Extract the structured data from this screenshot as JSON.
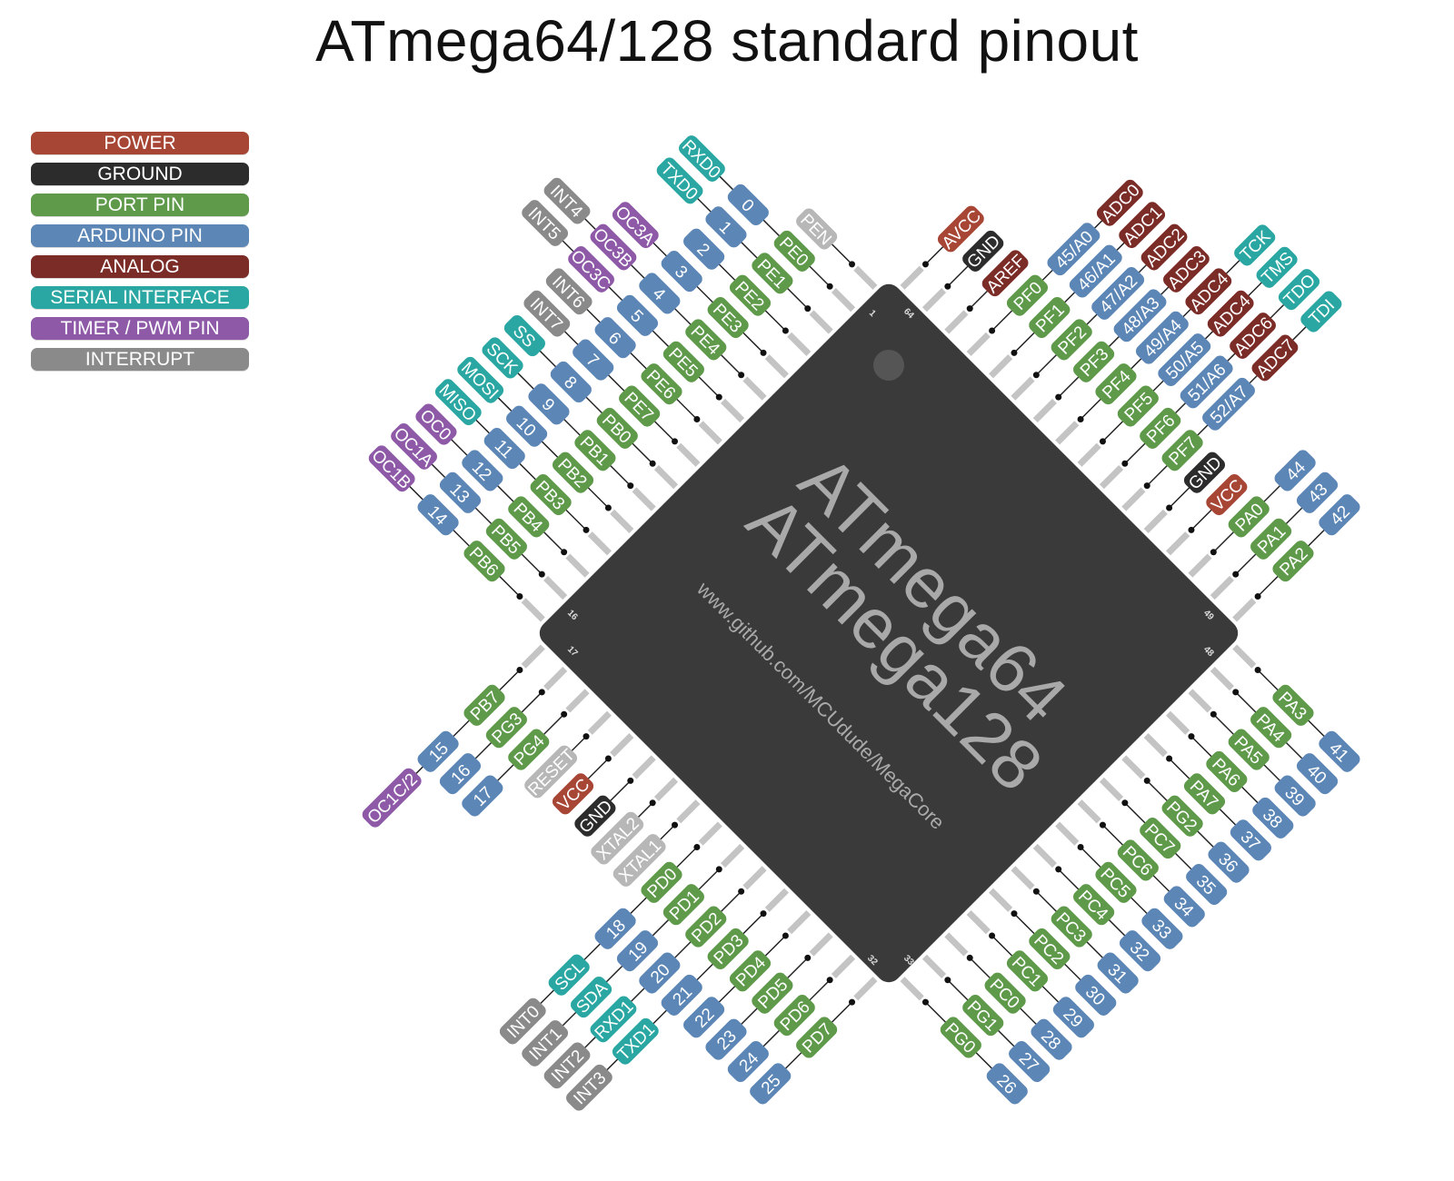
{
  "title": "ATmega64/128 standard pinout",
  "legend": [
    {
      "label": "POWER",
      "type": "power"
    },
    {
      "label": "GROUND",
      "type": "ground"
    },
    {
      "label": "PORT PIN",
      "type": "port"
    },
    {
      "label": "ARDUINO PIN",
      "type": "arduino"
    },
    {
      "label": "ANALOG",
      "type": "analog"
    },
    {
      "label": "SERIAL INTERFACE",
      "type": "serial"
    },
    {
      "label": "TIMER / PWM PIN",
      "type": "timer"
    },
    {
      "label": "INTERRUPT",
      "type": "interrupt"
    }
  ],
  "colors": {
    "power": "#a84636",
    "ground": "#2c2c2c",
    "port": "#5e9a4a",
    "arduino": "#5b86b6",
    "analog": "#7b2c27",
    "serial": "#2aa7a2",
    "timer": "#8e5aa8",
    "interrupt": "#8a8a8a",
    "special": "#b7b7b7",
    "chip": "#3a3a3a",
    "chip_text": "#a9a9a9"
  },
  "chip": {
    "line1": "ATmega64",
    "line2": "ATmega128",
    "url": "www.github.com/MCUdude/MegaCore",
    "corner_pins": [
      "1",
      "64",
      "16",
      "49",
      "17",
      "48",
      "32",
      "33"
    ]
  },
  "pins": [
    {
      "pin": 1,
      "labels": [
        {
          "t": "PEN",
          "c": "special"
        }
      ]
    },
    {
      "pin": 2,
      "labels": [
        {
          "t": "PE0",
          "c": "port"
        },
        {
          "t": "0",
          "c": "arduino"
        },
        {
          "t": "RXD0",
          "c": "serial"
        }
      ]
    },
    {
      "pin": 3,
      "labels": [
        {
          "t": "PE1",
          "c": "port"
        },
        {
          "t": "1",
          "c": "arduino"
        },
        {
          "t": "TXD0",
          "c": "serial"
        }
      ]
    },
    {
      "pin": 4,
      "labels": [
        {
          "t": "PE2",
          "c": "port"
        },
        {
          "t": "2",
          "c": "arduino"
        }
      ]
    },
    {
      "pin": 5,
      "labels": [
        {
          "t": "PE3",
          "c": "port"
        },
        {
          "t": "3",
          "c": "arduino"
        },
        {
          "t": "OC3A",
          "c": "timer"
        }
      ]
    },
    {
      "pin": 6,
      "labels": [
        {
          "t": "PE4",
          "c": "port"
        },
        {
          "t": "4",
          "c": "arduino"
        },
        {
          "t": "OC3B",
          "c": "timer"
        },
        {
          "t": "INT4",
          "c": "interrupt"
        }
      ]
    },
    {
      "pin": 7,
      "labels": [
        {
          "t": "PE5",
          "c": "port"
        },
        {
          "t": "5",
          "c": "arduino"
        },
        {
          "t": "OC3C",
          "c": "timer"
        },
        {
          "t": "INT5",
          "c": "interrupt"
        }
      ]
    },
    {
      "pin": 8,
      "labels": [
        {
          "t": "PE6",
          "c": "port"
        },
        {
          "t": "6",
          "c": "arduino"
        },
        {
          "t": "INT6",
          "c": "interrupt"
        }
      ]
    },
    {
      "pin": 9,
      "labels": [
        {
          "t": "PE7",
          "c": "port"
        },
        {
          "t": "7",
          "c": "arduino"
        },
        {
          "t": "INT7",
          "c": "interrupt"
        }
      ]
    },
    {
      "pin": 10,
      "labels": [
        {
          "t": "PB0",
          "c": "port"
        },
        {
          "t": "8",
          "c": "arduino"
        },
        {
          "t": "SS",
          "c": "serial"
        }
      ]
    },
    {
      "pin": 11,
      "labels": [
        {
          "t": "PB1",
          "c": "port"
        },
        {
          "t": "9",
          "c": "arduino"
        },
        {
          "t": "SCK",
          "c": "serial"
        }
      ]
    },
    {
      "pin": 12,
      "labels": [
        {
          "t": "PB2",
          "c": "port"
        },
        {
          "t": "10",
          "c": "arduino"
        },
        {
          "t": "MOSI",
          "c": "serial"
        }
      ]
    },
    {
      "pin": 13,
      "labels": [
        {
          "t": "PB3",
          "c": "port"
        },
        {
          "t": "11",
          "c": "arduino"
        },
        {
          "t": "MISO",
          "c": "serial"
        }
      ]
    },
    {
      "pin": 14,
      "labels": [
        {
          "t": "PB4",
          "c": "port"
        },
        {
          "t": "12",
          "c": "arduino"
        },
        {
          "t": "OC0",
          "c": "timer"
        }
      ]
    },
    {
      "pin": 15,
      "labels": [
        {
          "t": "PB5",
          "c": "port"
        },
        {
          "t": "13",
          "c": "arduino"
        },
        {
          "t": "OC1A",
          "c": "timer"
        }
      ]
    },
    {
      "pin": 16,
      "labels": [
        {
          "t": "PB6",
          "c": "port"
        },
        {
          "t": "14",
          "c": "arduino"
        },
        {
          "t": "OC1B",
          "c": "timer"
        }
      ]
    },
    {
      "pin": 17,
      "labels": [
        {
          "t": "PB7",
          "c": "port"
        },
        {
          "t": "15",
          "c": "arduino"
        },
        {
          "t": "OC1C/2",
          "c": "timer"
        }
      ]
    },
    {
      "pin": 18,
      "labels": [
        {
          "t": "PG3",
          "c": "port"
        },
        {
          "t": "16",
          "c": "arduino"
        }
      ]
    },
    {
      "pin": 19,
      "labels": [
        {
          "t": "PG4",
          "c": "port"
        },
        {
          "t": "17",
          "c": "arduino"
        }
      ]
    },
    {
      "pin": 20,
      "labels": [
        {
          "t": "RESET",
          "c": "special"
        }
      ]
    },
    {
      "pin": 21,
      "labels": [
        {
          "t": "VCC",
          "c": "power"
        }
      ]
    },
    {
      "pin": 22,
      "labels": [
        {
          "t": "GND",
          "c": "ground"
        }
      ]
    },
    {
      "pin": 23,
      "labels": [
        {
          "t": "XTAL2",
          "c": "special"
        }
      ]
    },
    {
      "pin": 24,
      "labels": [
        {
          "t": "XTAL1",
          "c": "special"
        }
      ]
    },
    {
      "pin": 25,
      "labels": [
        {
          "t": "PD0",
          "c": "port"
        },
        {
          "t": "18",
          "c": "arduino"
        },
        {
          "t": "SCL",
          "c": "serial"
        },
        {
          "t": "INT0",
          "c": "interrupt"
        }
      ]
    },
    {
      "pin": 26,
      "labels": [
        {
          "t": "PD1",
          "c": "port"
        },
        {
          "t": "19",
          "c": "arduino"
        },
        {
          "t": "SDA",
          "c": "serial"
        },
        {
          "t": "INT1",
          "c": "interrupt"
        }
      ]
    },
    {
      "pin": 27,
      "labels": [
        {
          "t": "PD2",
          "c": "port"
        },
        {
          "t": "20",
          "c": "arduino"
        },
        {
          "t": "RXD1",
          "c": "serial"
        },
        {
          "t": "INT2",
          "c": "interrupt"
        }
      ]
    },
    {
      "pin": 28,
      "labels": [
        {
          "t": "PD3",
          "c": "port"
        },
        {
          "t": "21",
          "c": "arduino"
        },
        {
          "t": "TXD1",
          "c": "serial"
        },
        {
          "t": "INT3",
          "c": "interrupt"
        }
      ]
    },
    {
      "pin": 29,
      "labels": [
        {
          "t": "PD4",
          "c": "port"
        },
        {
          "t": "22",
          "c": "arduino"
        }
      ]
    },
    {
      "pin": 30,
      "labels": [
        {
          "t": "PD5",
          "c": "port"
        },
        {
          "t": "23",
          "c": "arduino"
        }
      ]
    },
    {
      "pin": 31,
      "labels": [
        {
          "t": "PD6",
          "c": "port"
        },
        {
          "t": "24",
          "c": "arduino"
        }
      ]
    },
    {
      "pin": 32,
      "labels": [
        {
          "t": "PD7",
          "c": "port"
        },
        {
          "t": "25",
          "c": "arduino"
        }
      ]
    },
    {
      "pin": 33,
      "labels": [
        {
          "t": "PG0",
          "c": "port"
        },
        {
          "t": "26",
          "c": "arduino"
        }
      ]
    },
    {
      "pin": 34,
      "labels": [
        {
          "t": "PG1",
          "c": "port"
        },
        {
          "t": "27",
          "c": "arduino"
        }
      ]
    },
    {
      "pin": 35,
      "labels": [
        {
          "t": "PC0",
          "c": "port"
        },
        {
          "t": "28",
          "c": "arduino"
        }
      ]
    },
    {
      "pin": 36,
      "labels": [
        {
          "t": "PC1",
          "c": "port"
        },
        {
          "t": "29",
          "c": "arduino"
        }
      ]
    },
    {
      "pin": 37,
      "labels": [
        {
          "t": "PC2",
          "c": "port"
        },
        {
          "t": "30",
          "c": "arduino"
        }
      ]
    },
    {
      "pin": 38,
      "labels": [
        {
          "t": "PC3",
          "c": "port"
        },
        {
          "t": "31",
          "c": "arduino"
        }
      ]
    },
    {
      "pin": 39,
      "labels": [
        {
          "t": "PC4",
          "c": "port"
        },
        {
          "t": "32",
          "c": "arduino"
        }
      ]
    },
    {
      "pin": 40,
      "labels": [
        {
          "t": "PC5",
          "c": "port"
        },
        {
          "t": "33",
          "c": "arduino"
        }
      ]
    },
    {
      "pin": 41,
      "labels": [
        {
          "t": "PC6",
          "c": "port"
        },
        {
          "t": "34",
          "c": "arduino"
        }
      ]
    },
    {
      "pin": 42,
      "labels": [
        {
          "t": "PC7",
          "c": "port"
        },
        {
          "t": "35",
          "c": "arduino"
        }
      ]
    },
    {
      "pin": 43,
      "labels": [
        {
          "t": "PG2",
          "c": "port"
        },
        {
          "t": "36",
          "c": "arduino"
        }
      ]
    },
    {
      "pin": 44,
      "labels": [
        {
          "t": "PA7",
          "c": "port"
        },
        {
          "t": "37",
          "c": "arduino"
        }
      ]
    },
    {
      "pin": 45,
      "labels": [
        {
          "t": "PA6",
          "c": "port"
        },
        {
          "t": "38",
          "c": "arduino"
        }
      ]
    },
    {
      "pin": 46,
      "labels": [
        {
          "t": "PA5",
          "c": "port"
        },
        {
          "t": "39",
          "c": "arduino"
        }
      ]
    },
    {
      "pin": 47,
      "labels": [
        {
          "t": "PA4",
          "c": "port"
        },
        {
          "t": "40",
          "c": "arduino"
        }
      ]
    },
    {
      "pin": 48,
      "labels": [
        {
          "t": "PA3",
          "c": "port"
        },
        {
          "t": "41",
          "c": "arduino"
        }
      ]
    },
    {
      "pin": 49,
      "labels": [
        {
          "t": "PA2",
          "c": "port"
        },
        {
          "t": "42",
          "c": "arduino"
        }
      ]
    },
    {
      "pin": 50,
      "labels": [
        {
          "t": "PA1",
          "c": "port"
        },
        {
          "t": "43",
          "c": "arduino"
        }
      ]
    },
    {
      "pin": 51,
      "labels": [
        {
          "t": "PA0",
          "c": "port"
        },
        {
          "t": "44",
          "c": "arduino"
        }
      ]
    },
    {
      "pin": 52,
      "labels": [
        {
          "t": "VCC",
          "c": "power"
        }
      ]
    },
    {
      "pin": 53,
      "labels": [
        {
          "t": "GND",
          "c": "ground"
        }
      ]
    },
    {
      "pin": 54,
      "labels": [
        {
          "t": "PF7",
          "c": "port"
        },
        {
          "t": "52/A7",
          "c": "arduino"
        },
        {
          "t": "ADC7",
          "c": "analog"
        },
        {
          "t": "TDI",
          "c": "serial"
        }
      ]
    },
    {
      "pin": 55,
      "labels": [
        {
          "t": "PF6",
          "c": "port"
        },
        {
          "t": "51/A6",
          "c": "arduino"
        },
        {
          "t": "ADC6",
          "c": "analog"
        },
        {
          "t": "TDO",
          "c": "serial"
        }
      ]
    },
    {
      "pin": 56,
      "labels": [
        {
          "t": "PF5",
          "c": "port"
        },
        {
          "t": "50/A5",
          "c": "arduino"
        },
        {
          "t": "ADC4",
          "c": "analog"
        },
        {
          "t": "TMS",
          "c": "serial"
        }
      ]
    },
    {
      "pin": 57,
      "labels": [
        {
          "t": "PF4",
          "c": "port"
        },
        {
          "t": "49/A4",
          "c": "arduino"
        },
        {
          "t": "ADC4",
          "c": "analog"
        },
        {
          "t": "TCK",
          "c": "serial"
        }
      ]
    },
    {
      "pin": 58,
      "labels": [
        {
          "t": "PF3",
          "c": "port"
        },
        {
          "t": "48/A3",
          "c": "arduino"
        },
        {
          "t": "ADC3",
          "c": "analog"
        }
      ]
    },
    {
      "pin": 59,
      "labels": [
        {
          "t": "PF2",
          "c": "port"
        },
        {
          "t": "47/A2",
          "c": "arduino"
        },
        {
          "t": "ADC2",
          "c": "analog"
        }
      ]
    },
    {
      "pin": 60,
      "labels": [
        {
          "t": "PF1",
          "c": "port"
        },
        {
          "t": "46/A1",
          "c": "arduino"
        },
        {
          "t": "ADC1",
          "c": "analog"
        }
      ]
    },
    {
      "pin": 61,
      "labels": [
        {
          "t": "PF0",
          "c": "port"
        },
        {
          "t": "45/A0",
          "c": "arduino"
        },
        {
          "t": "ADC0",
          "c": "analog"
        }
      ]
    },
    {
      "pin": 62,
      "labels": [
        {
          "t": "AREF",
          "c": "analog"
        }
      ]
    },
    {
      "pin": 63,
      "labels": [
        {
          "t": "GND",
          "c": "ground"
        }
      ]
    },
    {
      "pin": 64,
      "labels": [
        {
          "t": "AVCC",
          "c": "power"
        }
      ]
    }
  ]
}
